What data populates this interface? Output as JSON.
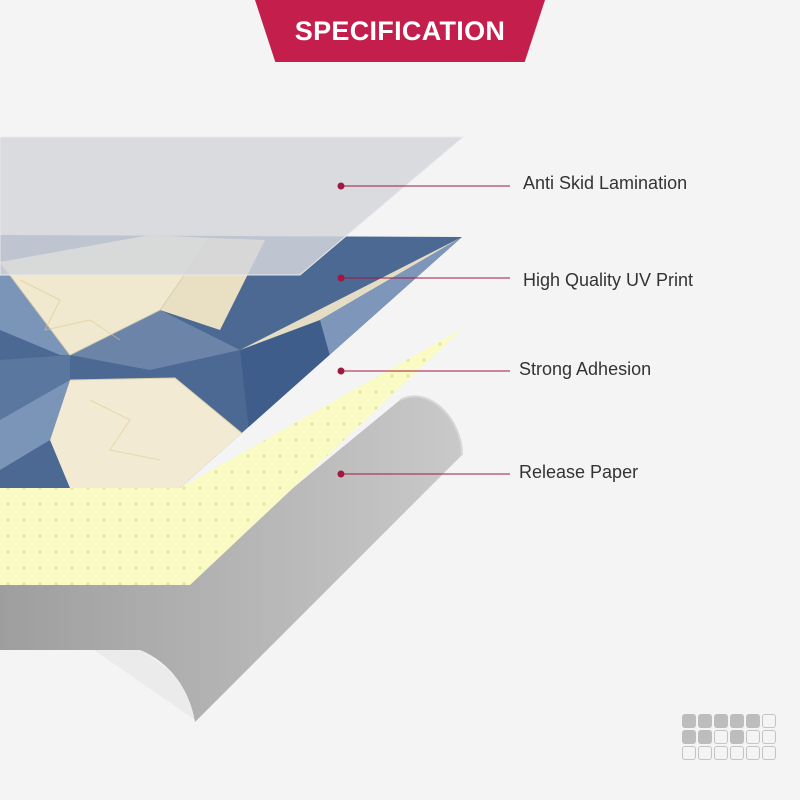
{
  "header": {
    "title": "SPECIFICATION"
  },
  "layers": [
    {
      "label": "Anti Skid Lamination"
    },
    {
      "label": "High Quality UV Print"
    },
    {
      "label": "Strong Adhesion"
    },
    {
      "label": "Release Paper"
    }
  ],
  "colors": {
    "accent": "#c41e4c",
    "pointer": "#a01840",
    "lamination": "#dcdde1",
    "print_blue": "#4c6994",
    "print_cream": "#f1e8d0",
    "adhesive": "#fafac4",
    "release_paper": "#b4b4b4"
  },
  "icons": {
    "logo": "tile-grid-logo"
  }
}
